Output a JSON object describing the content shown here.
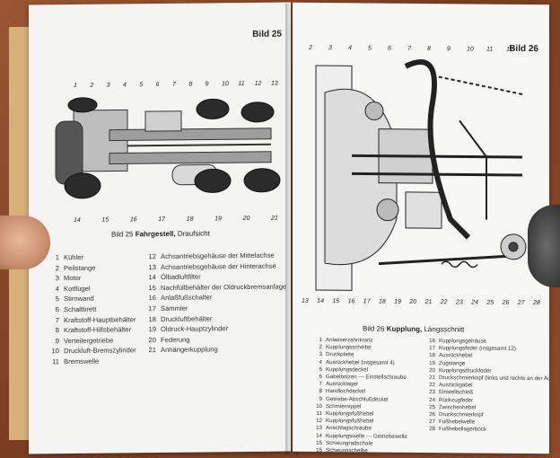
{
  "left_page": {
    "tag": "Bild 25",
    "caption_num": "Bild 25",
    "caption_title": "Fahrgestell,",
    "caption_sub": "Draufsicht",
    "callouts_top": [
      "1",
      "2",
      "3",
      "4",
      "5",
      "6",
      "7",
      "8",
      "9",
      "10",
      "11",
      "12",
      "13"
    ],
    "callouts_bottom": [
      "14",
      "15",
      "16",
      "17",
      "18",
      "19",
      "20",
      "21"
    ],
    "legend_col1": [
      {
        "n": "1",
        "t": "Kühler"
      },
      {
        "n": "2",
        "t": "Peilstange"
      },
      {
        "n": "3",
        "t": "Motor"
      },
      {
        "n": "4",
        "t": "Kotflügel"
      },
      {
        "n": "5",
        "t": "Stirnwand"
      },
      {
        "n": "6",
        "t": "Schaltbrett"
      },
      {
        "n": "7",
        "t": "Kraftstoff-Hauptbehälter"
      },
      {
        "n": "8",
        "t": "Kraftstoff-Hilfsbehälter"
      },
      {
        "n": "9",
        "t": "Verteilergetriebe"
      },
      {
        "n": "10",
        "t": "Druckluft-Bremszylinder"
      },
      {
        "n": "11",
        "t": "Bremswelle"
      }
    ],
    "legend_col2": [
      {
        "n": "12",
        "t": "Achsantriebsgehäuse der Mittelachse"
      },
      {
        "n": "13",
        "t": "Achsantriebsgehäuse der Hinterachse"
      },
      {
        "n": "14",
        "t": "Ölbadluftfilter"
      },
      {
        "n": "15",
        "t": "Nachfüllbehälter der Oldruckbremsanlage"
      },
      {
        "n": "16",
        "t": "Anlaßfußschalter"
      },
      {
        "n": "17",
        "t": "Sammler"
      },
      {
        "n": "18",
        "t": "Druckluftbehälter"
      },
      {
        "n": "19",
        "t": "Oldruck-Hauptzylinder"
      },
      {
        "n": "20",
        "t": "Federung"
      },
      {
        "n": "21",
        "t": "Anhängerkupplung"
      }
    ]
  },
  "right_page": {
    "tag": "Bild 26",
    "caption_num": "Bild 26",
    "caption_title": "Kupplung,",
    "caption_sub": "Längsschnitt",
    "callouts_top": [
      "2",
      "3",
      "4",
      "5",
      "6",
      "7",
      "8",
      "9",
      "10",
      "11",
      "12"
    ],
    "callouts_bottom": [
      "13",
      "14",
      "15",
      "16",
      "17",
      "18",
      "19",
      "20",
      "21",
      "22",
      "23",
      "24",
      "25",
      "26",
      "27",
      "28"
    ],
    "legend_col1": [
      {
        "n": "1",
        "t": "Anlasserzahnkranz"
      },
      {
        "n": "2",
        "t": "Kupplungsscheibe"
      },
      {
        "n": "3",
        "t": "Druckplatte"
      },
      {
        "n": "4",
        "t": "Ausrückhebel (insgesamt 4)"
      },
      {
        "n": "5",
        "t": "Kupplungsdeckel"
      },
      {
        "n": "6",
        "t": "Gabelbolzen — Einstellschraube"
      },
      {
        "n": "7",
        "t": "Ausrücklager"
      },
      {
        "n": "8",
        "t": "Handlochdeckel"
      },
      {
        "n": "9",
        "t": "Getriebe-Abschlußdeckel"
      },
      {
        "n": "10",
        "t": "Schmiernippel"
      },
      {
        "n": "11",
        "t": "Kupplungsfußhebel"
      },
      {
        "n": "12",
        "t": "Kupplungsfußhebel"
      },
      {
        "n": "13",
        "t": "Anschlagschraube"
      },
      {
        "n": "14",
        "t": "Kupplungswelle — Getriebewelle"
      },
      {
        "n": "15",
        "t": "Schwungradschale"
      },
      {
        "n": "15",
        "t": "Schwungscheibe"
      }
    ],
    "legend_col2": [
      {
        "n": "16",
        "t": "Kupplungsgehäuse"
      },
      {
        "n": "17",
        "t": "Kupplungsfeder (insgesamt 12)"
      },
      {
        "n": "18",
        "t": "Ausrückhebel"
      },
      {
        "n": "19",
        "t": "Zugstange"
      },
      {
        "n": "20",
        "t": "Kupplungsdruckfeder"
      },
      {
        "n": "21",
        "t": "Druckschmierkopf (links und rechts an der Ausrückwelle)"
      },
      {
        "n": "22",
        "t": "Ausrückgabel"
      },
      {
        "n": "23",
        "t": "Einstellschloß"
      },
      {
        "n": "24",
        "t": "Rückzugfeder"
      },
      {
        "n": "25",
        "t": "Zwischenhebel"
      },
      {
        "n": "26",
        "t": "Druckschmierkopf"
      },
      {
        "n": "27",
        "t": "Fußhebelwelle"
      },
      {
        "n": "28",
        "t": "Fußhebellagerbock"
      }
    ]
  },
  "colors": {
    "paper": "#f4f4f2",
    "ink": "#222222",
    "wood": "#8a4a2a",
    "cover": "#d9b07a"
  }
}
